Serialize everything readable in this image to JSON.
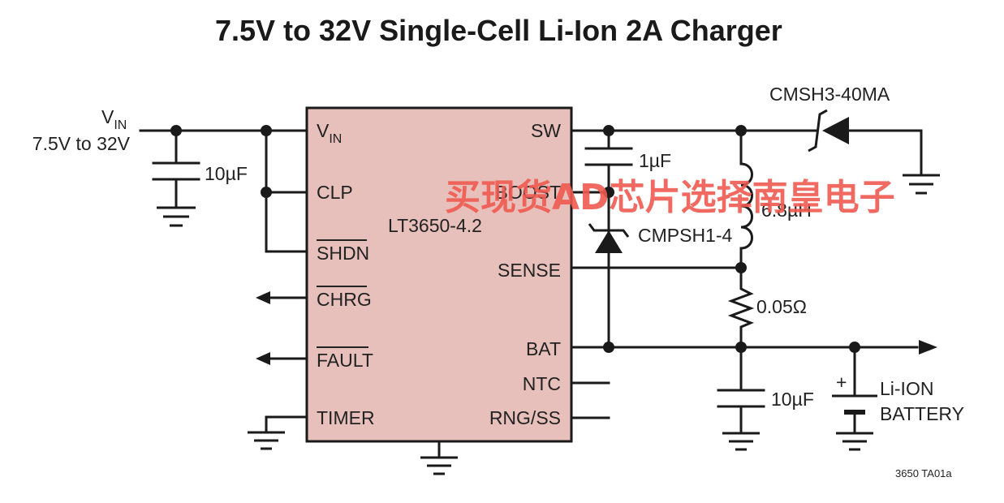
{
  "title": "7.5V to 32V Single-Cell Li-Ion 2A Charger",
  "input": {
    "name": "V",
    "sub": "IN",
    "range": "7.5V to 32V"
  },
  "ic": {
    "part": "LT3650-4.2",
    "fill": "#e8c0bb",
    "pins_left": {
      "vin": "V",
      "vin_sub": "IN",
      "clp": "CLP",
      "shdn": "SHDN",
      "chrg": "CHRG",
      "fault": "FAULT",
      "timer": "TIMER"
    },
    "pins_right": {
      "sw": "SW",
      "boost": "BOOST",
      "sense": "SENSE",
      "bat": "BAT",
      "ntc": "NTC",
      "rngss": "RNG/SS"
    }
  },
  "components": {
    "c_in": "10µF",
    "c_boost": "1µF",
    "d_boost": "CMPSH1-4",
    "d_catch": "CMSH3-40MA",
    "inductor": "6.8µH",
    "r_sense": "0.05Ω",
    "c_out": "10µF",
    "battery_plus": "+",
    "battery_line1": "Li-ION",
    "battery_line2": "BATTERY"
  },
  "figure_id": "3650 TA01a",
  "watermark": "买现货AD芯片选择南皇电子",
  "colors": {
    "wire": "#1a1a1a",
    "ic_fill": "#e8c0bb",
    "watermark": "#f05a50"
  },
  "icons": [
    "capacitor-symbol",
    "ground-symbol",
    "schottky-diode-symbol",
    "diode-symbol",
    "inductor-symbol",
    "resistor-symbol",
    "battery-symbol",
    "arrow-out"
  ]
}
